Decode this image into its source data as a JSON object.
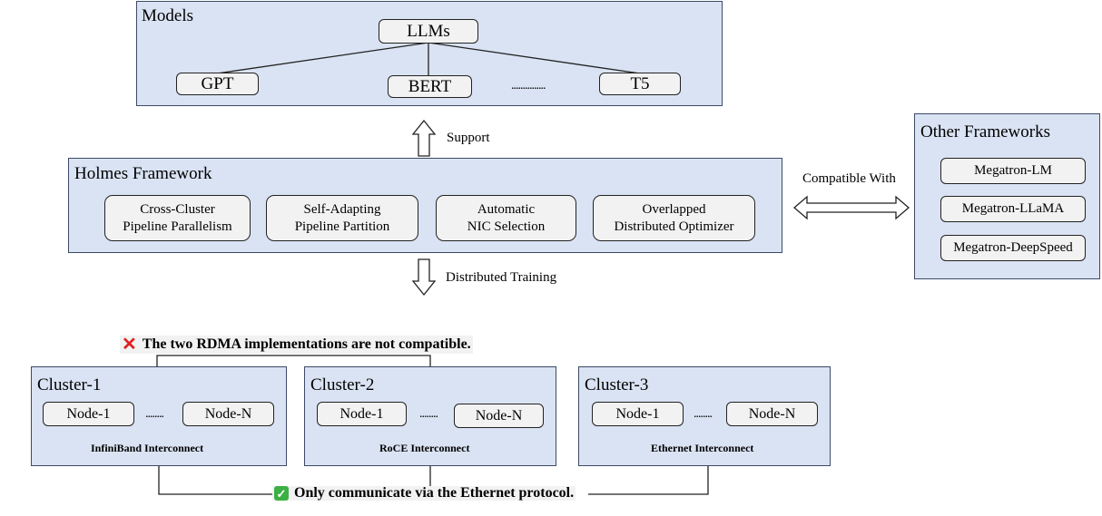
{
  "models": {
    "title": "Models",
    "root": "LLMs",
    "children": [
      "GPT",
      "BERT",
      "T5"
    ],
    "ellipsis": "..............."
  },
  "support_label": "Support",
  "holmes": {
    "title": "Holmes Framework",
    "features": [
      {
        "line1": "Cross-Cluster",
        "line2": "Pipeline Parallelism"
      },
      {
        "line1": "Self-Adapting",
        "line2": "Pipeline Partition"
      },
      {
        "line1": "Automatic",
        "line2": "NIC Selection"
      },
      {
        "line1": "Overlapped",
        "line2": "Distributed Optimizer"
      }
    ]
  },
  "compatible_label": "Compatible With",
  "other": {
    "title": "Other Frameworks",
    "items": [
      "Megatron-LM",
      "Megatron-LLaMA",
      "Megatron-DeepSpeed"
    ]
  },
  "distributed_label": "Distributed Training",
  "env": {
    "title": "Heterogeneous NIC Environment",
    "incompatible_note": "The two RDMA implementations are not compatible.",
    "ethernet_note": "Only communicate via the Ethernet protocol.",
    "clusters": [
      {
        "title": "Cluster-1",
        "node_first": "Node-1",
        "node_last": "Node-N",
        "dots": "........",
        "interconnect": "InfiniBand Interconnect"
      },
      {
        "title": "Cluster-2",
        "node_first": "Node-1",
        "node_last": "Node-N",
        "dots": "........",
        "interconnect": "RoCE Interconnect"
      },
      {
        "title": "Cluster-3",
        "node_first": "Node-1",
        "node_last": "Node-N",
        "dots": "........",
        "interconnect": "Ethernet Interconnect"
      }
    ]
  },
  "colors": {
    "panel_blue": "#dae3f3",
    "panel_gray": "#f2f2f2",
    "cross_red": "#e02020",
    "check_green": "#3cb043"
  },
  "icons": [
    "cross-icon",
    "check-icon",
    "up-arrow-icon",
    "down-arrow-icon",
    "double-arrow-icon"
  ]
}
